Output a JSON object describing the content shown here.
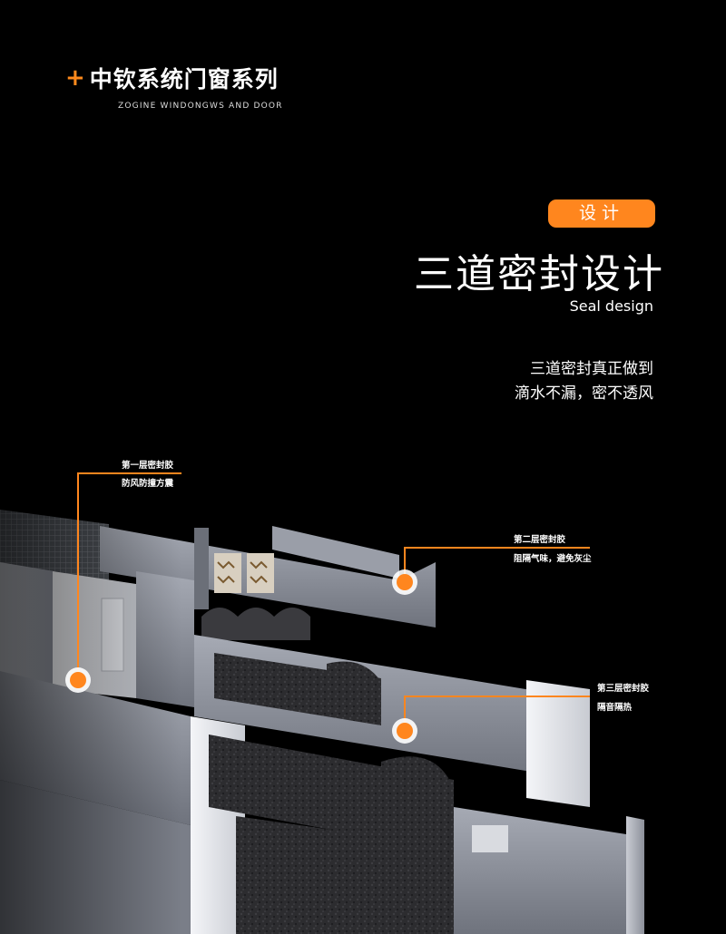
{
  "brand": {
    "title": "中钦系统门窗系列",
    "subtitle": "ZOGINE WINDONGWS AND DOOR"
  },
  "badge": {
    "label": "设计"
  },
  "headline": {
    "title": "三道密封设计",
    "english": "Seal design",
    "line1": "三道密封真正做到",
    "line2": "滴水不漏，密不透风"
  },
  "callouts": [
    {
      "title": "第一层密封胶",
      "desc": "防风防撞方震"
    },
    {
      "title": "第二层密封胶",
      "desc": "阻隔气味，避免灰尘"
    },
    {
      "title": "第三层密封胶",
      "desc": "隔音隔热"
    }
  ],
  "colors": {
    "accent": "#ff861e",
    "background": "#000000",
    "profile": "#8a8e99",
    "foam": "#2a2a2c"
  }
}
